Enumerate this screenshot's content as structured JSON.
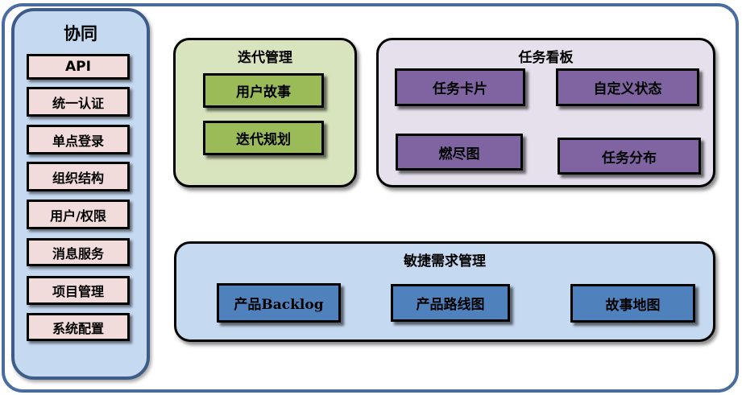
{
  "diagram": {
    "sidebar": {
      "title": "协同",
      "items": [
        "API",
        "统一认证",
        "单点登录",
        "组织结构",
        "用户/权限",
        "消息服务",
        "项目管理",
        "系统配置"
      ]
    },
    "sections": {
      "iteration": {
        "title": "迭代管理",
        "items": [
          "用户故事",
          "迭代规划"
        ]
      },
      "kanban": {
        "title": "任务看板",
        "items": [
          "任务卡片",
          "自定义状态",
          "燃尽图",
          "任务分布"
        ]
      },
      "agile": {
        "title": "敏捷需求管理",
        "items": [
          "产品Backlog",
          "产品路线图",
          "故事地图"
        ]
      }
    },
    "colors": {
      "outer_border": "#4A6D9F",
      "sidebar_fill": "#C5D9F1",
      "sidebar_border": "#3E5C88",
      "sidebar_item_fill": "#F2DCDB",
      "iteration_fill": "#D7E4BD",
      "iteration_item_fill": "#9BBB59",
      "kanban_fill": "#E5E0EC",
      "kanban_item_fill": "#8064A2",
      "agile_fill": "#C5D9F1",
      "agile_item_fill": "#4F81BD",
      "box_border": "#000000"
    }
  }
}
